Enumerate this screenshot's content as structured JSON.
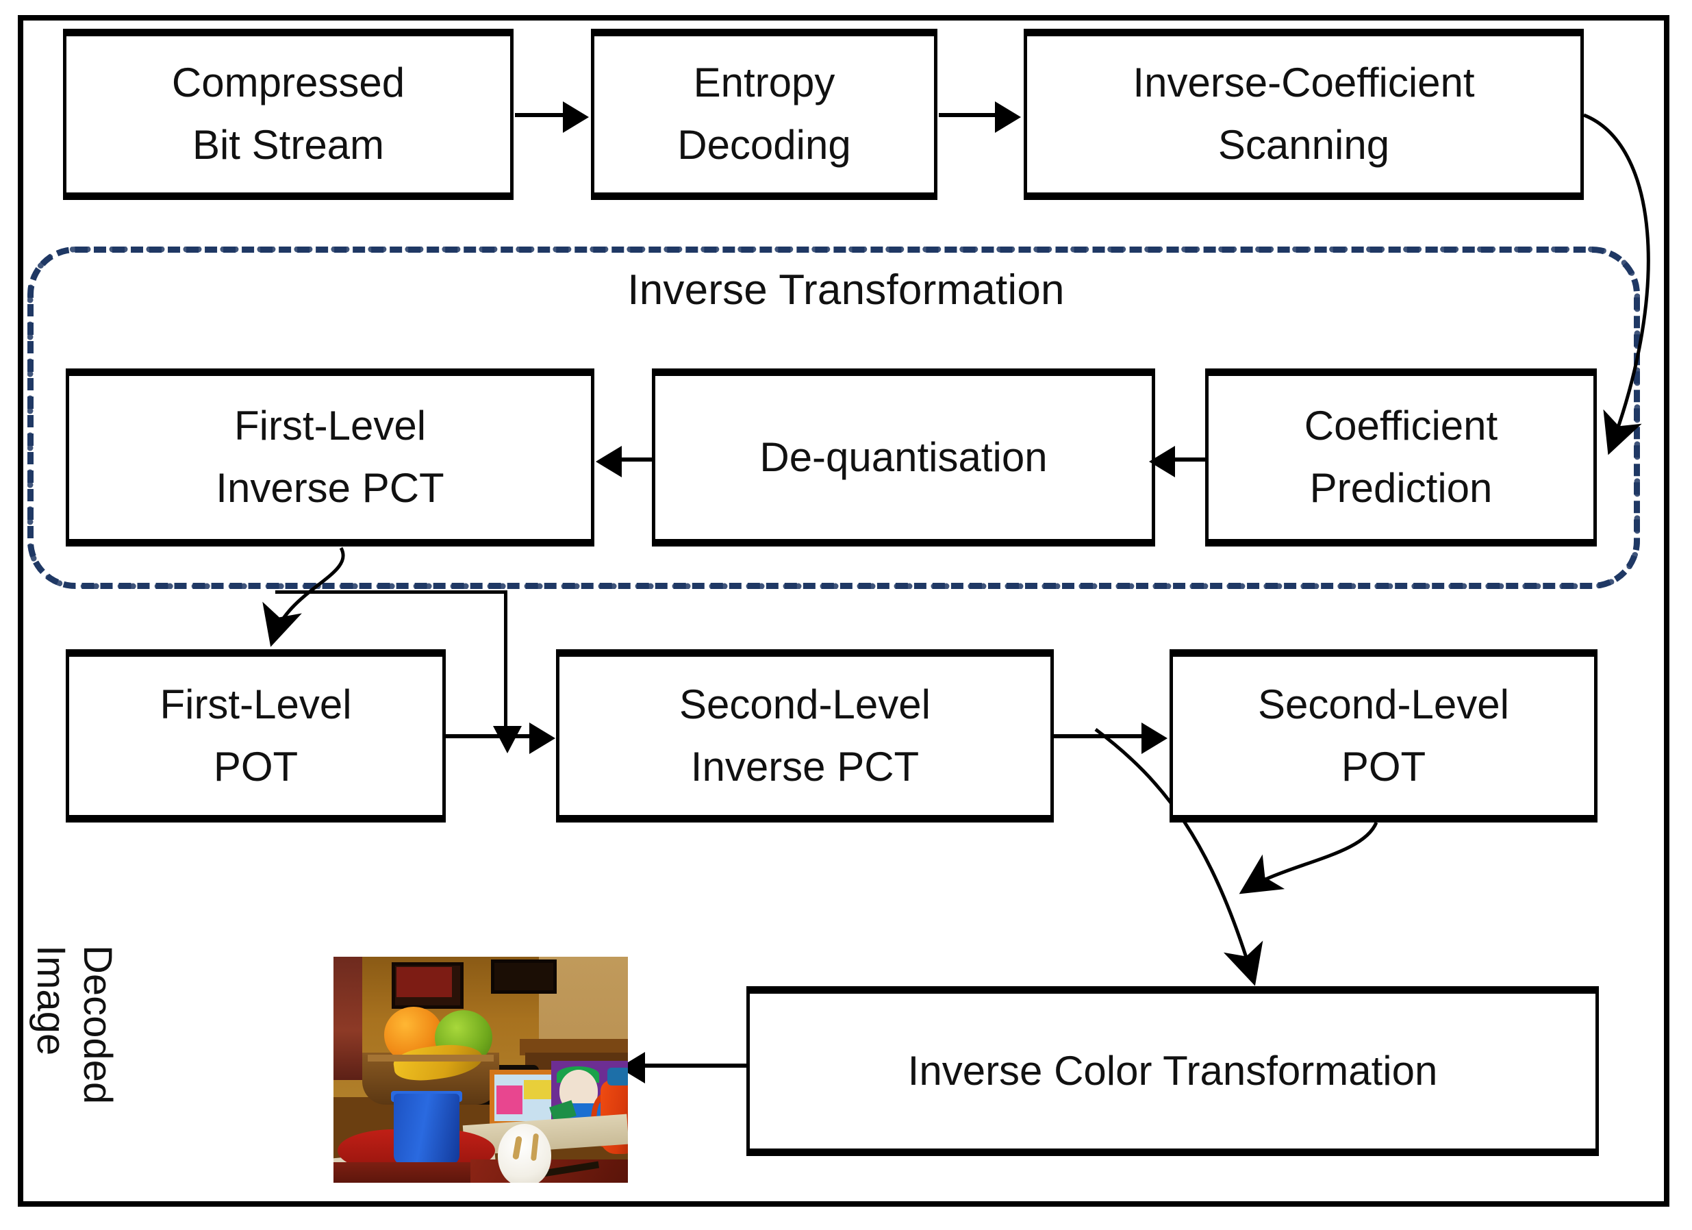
{
  "diagram": {
    "title": "Inverse Transformation",
    "group_label": "Inverse Transformation",
    "colors": {
      "group_border": "#1F3864",
      "node_border": "#000000",
      "arrow": "#000000",
      "frame": "#000000",
      "background": "#FFFFFF"
    },
    "nodes": [
      {
        "id": "compressed-bit-stream",
        "line1": "Compressed",
        "line2": "Bit Stream"
      },
      {
        "id": "entropy-decoding",
        "line1": "Entropy",
        "line2": "Decoding"
      },
      {
        "id": "inverse-coefficient-scanning",
        "line1": "Inverse-Coefficient",
        "line2": "Scanning"
      },
      {
        "id": "first-level-inverse-pct",
        "line1": "First-Level",
        "line2": "Inverse PCT"
      },
      {
        "id": "de-quantisation",
        "line1": "De-quantisation",
        "line2": ""
      },
      {
        "id": "coefficient-prediction",
        "line1": "Coefficient",
        "line2": "Prediction"
      },
      {
        "id": "first-level-pot",
        "line1": "First-Level",
        "line2": "POT"
      },
      {
        "id": "second-level-inverse-pct",
        "line1": "Second-Level",
        "line2": "Inverse PCT"
      },
      {
        "id": "second-level-pot",
        "line1": "Second-Level",
        "line2": "POT"
      },
      {
        "id": "inverse-color-transformation",
        "line1": "Inverse Color Transformation",
        "line2": ""
      }
    ],
    "decoded_image_label": "Decoded\nImage",
    "decoded_image_label_line1": "Decoded",
    "decoded_image_label_line2": "Image",
    "edges": [
      {
        "from": "compressed-bit-stream",
        "to": "entropy-decoding",
        "style": "straight-right"
      },
      {
        "from": "entropy-decoding",
        "to": "inverse-coefficient-scanning",
        "style": "straight-right"
      },
      {
        "from": "inverse-coefficient-scanning",
        "to": "coefficient-prediction",
        "style": "curved-down"
      },
      {
        "from": "coefficient-prediction",
        "to": "de-quantisation",
        "style": "straight-left"
      },
      {
        "from": "de-quantisation",
        "to": "first-level-inverse-pct",
        "style": "straight-left"
      },
      {
        "from": "first-level-inverse-pct",
        "to": "first-level-pot",
        "style": "curved-down"
      },
      {
        "from": "first-level-inverse-pct",
        "to": "second-level-inverse-pct",
        "style": "elbow-down-right"
      },
      {
        "from": "first-level-pot",
        "to": "second-level-inverse-pct",
        "style": "straight-right"
      },
      {
        "from": "second-level-inverse-pct",
        "to": "second-level-pot",
        "style": "straight-right"
      },
      {
        "from": "second-level-inverse-pct",
        "to": "inverse-color-transformation",
        "style": "curved-down-cross"
      },
      {
        "from": "second-level-pot",
        "to": "inverse-color-transformation",
        "style": "curved-down-cross"
      },
      {
        "from": "inverse-color-transformation",
        "to": "decoded-image",
        "style": "straight-left"
      }
    ]
  }
}
